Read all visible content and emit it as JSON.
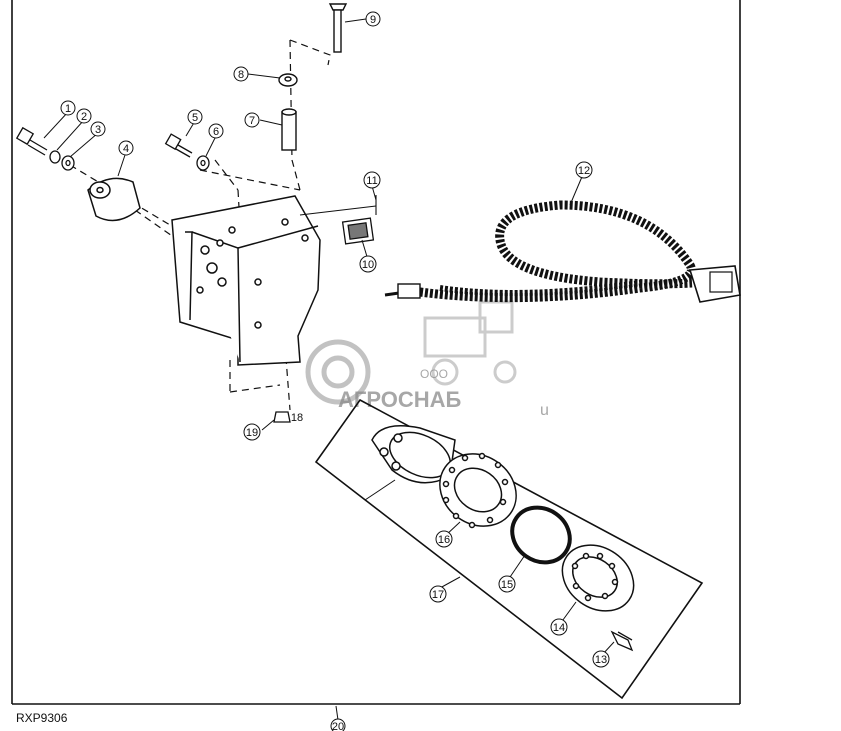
{
  "figure": {
    "code": "RXP9306",
    "callouts": [
      {
        "id": "c1",
        "text": "1"
      },
      {
        "id": "c2",
        "text": "2"
      },
      {
        "id": "c3",
        "text": "3"
      },
      {
        "id": "c4",
        "text": "4"
      },
      {
        "id": "c5",
        "text": "5"
      },
      {
        "id": "c6",
        "text": "6"
      },
      {
        "id": "c7",
        "text": "7"
      },
      {
        "id": "c8",
        "text": "8"
      },
      {
        "id": "c9",
        "text": "9"
      },
      {
        "id": "c10",
        "text": "10"
      },
      {
        "id": "c11",
        "text": "11"
      },
      {
        "id": "c12",
        "text": "12"
      },
      {
        "id": "c13",
        "text": "13"
      },
      {
        "id": "c14",
        "text": "14"
      },
      {
        "id": "c15",
        "text": "15"
      },
      {
        "id": "c16",
        "text": "16"
      },
      {
        "id": "c17",
        "text": "17"
      },
      {
        "id": "c18",
        "text": "18"
      },
      {
        "id": "c19",
        "text": "19"
      },
      {
        "id": "c20",
        "text": "20"
      }
    ]
  },
  "watermark": {
    "prefix": "ООО",
    "name": "АГРОСНАБ",
    "suffix": "u"
  }
}
